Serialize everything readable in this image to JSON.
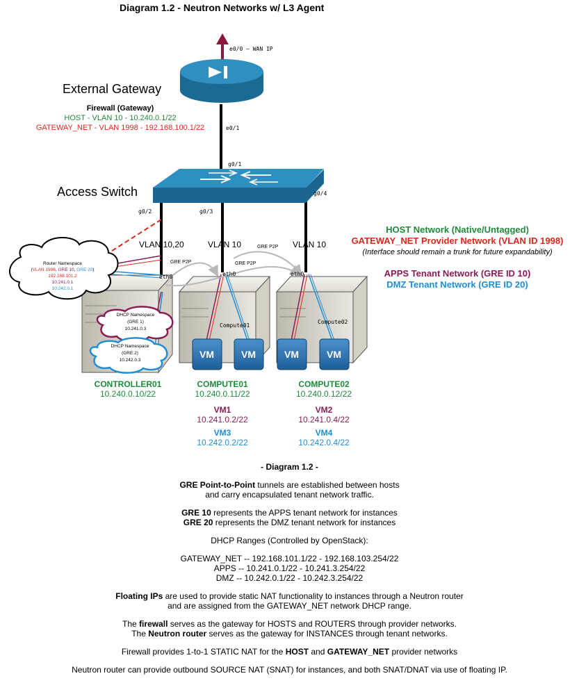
{
  "title": "Diagram 1.2 - Neutron Networks w/ L3 Agent",
  "gateway": {
    "heading": "External Gateway",
    "device_title": "Firewall (Gateway)",
    "host_line": "HOST - VLAN 10 - 10.240.0.1/22",
    "gw_line": "GATEWAY_NET - VLAN 1998 - 192.168.100.1/22",
    "wan_port": "e0/0 – WAN IP",
    "lan_port": "e0/1"
  },
  "switch": {
    "heading": "Access Switch",
    "uplink": "g0/1",
    "ports": [
      "g0/2",
      "g0/3",
      "g0/4"
    ]
  },
  "vlans": [
    "VLAN 10,20",
    "VLAN 10",
    "VLAN 10"
  ],
  "gre_labels": [
    "GRE P2P",
    "GRE P2P",
    "GRE P2P"
  ],
  "eth_labels": [
    "eth0",
    "eth0",
    "eth0"
  ],
  "router_ns": {
    "title": "Router Namespace",
    "paren_open": "(",
    "vlan": "VLAN 1998",
    "sep1": ", ",
    "gre10": "GRE 10",
    "sep2": ", ",
    "gre20": "GRE 20",
    "paren_close": ")",
    "ips": [
      "192.168.101.2",
      "10.241.0.1",
      "10.242.0.1"
    ]
  },
  "dhcp": [
    {
      "title": "DHCP Namespace",
      "gre": "(GRE 1)",
      "ip": "10.241.0.3"
    },
    {
      "title": "DHCP Namespace",
      "gre": "(GRE 2)",
      "ip": "10.242.0.3"
    }
  ],
  "server_labels": [
    "Compute01",
    "Compute02"
  ],
  "vm_label": "VM",
  "hosts": [
    {
      "name": "CONTROLLER01",
      "ip": "10.240.0.10/22"
    },
    {
      "name": "COMPUTE01",
      "ip": "10.240.0.11/22"
    },
    {
      "name": "COMPUTE02",
      "ip": "10.240.0.12/22"
    }
  ],
  "vms": [
    {
      "name": "VM1",
      "ip": "10.241.0.2/22"
    },
    {
      "name": "VM3",
      "ip": "10.242.0.2/22"
    },
    {
      "name": "VM2",
      "ip": "10.241.0.4/22"
    },
    {
      "name": "VM4",
      "ip": "10.242.0.4/22"
    }
  ],
  "legend": {
    "host": "HOST Network (Native/Untagged)",
    "gateway": "GATEWAY_NET Provider Network (VLAN ID 1998)",
    "note": "(Interface should remain a trunk for future expandability)",
    "apps": "APPS Tenant Network (GRE ID 10)",
    "dmz": "DMZ Tenant Network (GRE ID 20)"
  },
  "notes": {
    "heading": "- Diagram 1.2 -",
    "gre_bold": "GRE Point-to-Point",
    "gre_rest": " tunnels are established between hosts",
    "gre_line2": "and carry encapsulated tenant network traffic.",
    "g10_bold": "GRE 10",
    "g10_rest": " represents the APPS tenant network for instances",
    "g20_bold": "GRE 20",
    "g20_rest": " represents the DMZ tenant network for instances",
    "dhcp_heading": "DHCP Ranges (Controlled by OpenStack):",
    "range_gw": "GATEWAY_NET -- 192.168.101.1/22 - 192.168.103.254/22",
    "range_apps": "APPS -- 10.241.0.1/22 - 10.241.3.254/22",
    "range_dmz": "DMZ -- 10.242.0.1/22 - 10.242.3.254/22",
    "fip_bold": "Floating IPs",
    "fip_rest": " are used to provide static NAT functionality to instances through a Neutron router",
    "fip_line2": "and are assigned from the GATEWAY_NET network DHCP range.",
    "fw_pre": "The ",
    "fw_bold": "firewall",
    "fw_rest": " serves as the gateway for HOSTS and ROUTERS through provider networks.",
    "nr_pre": "The ",
    "nr_bold": "Neutron router",
    "nr_rest": " serves as the gateway for INSTANCES through tenant networks.",
    "nat_pre": "Firewall provides 1-to-1 STATIC NAT for the ",
    "nat_host": "HOST",
    "nat_and": " and ",
    "nat_gw": "GATEWAY_NET",
    "nat_rest": " provider networks",
    "snat": "Neutron router can provide outbound SOURCE NAT (SNAT) for instances, and both SNAT/DNAT via use of floating IP."
  }
}
